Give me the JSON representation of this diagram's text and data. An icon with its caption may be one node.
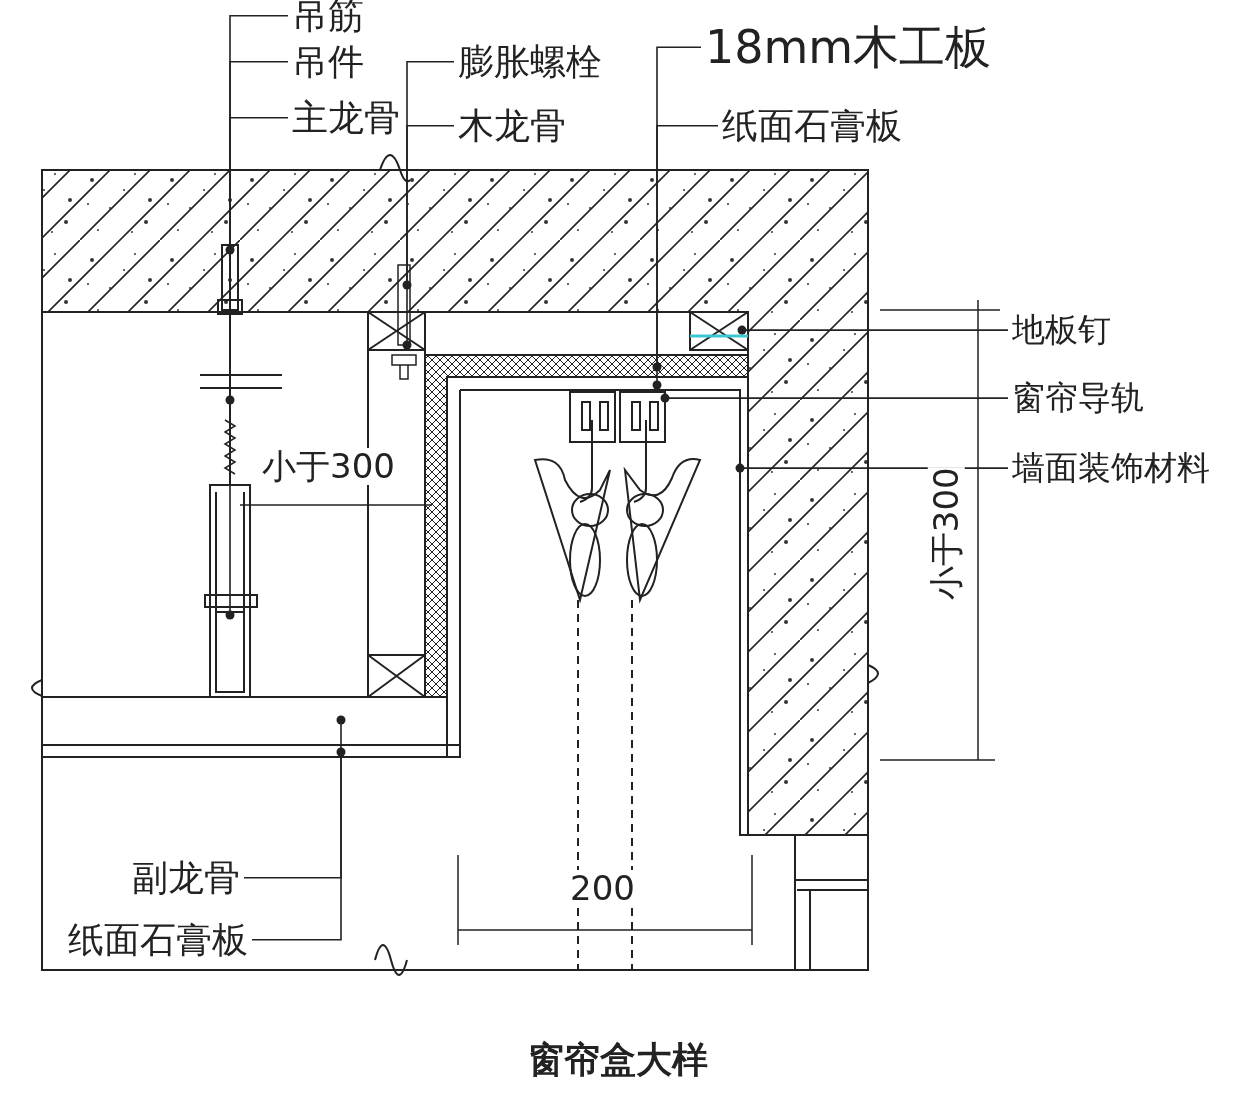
{
  "diagram": {
    "title": "窗帘盒大样",
    "nodes": [
      {
        "text": [
          "吊筋"
        ]
      },
      {
        "text": [
          "吊件"
        ]
      },
      {
        "text": [
          "主龙骨"
        ]
      },
      {
        "text": [
          "膨胀螺栓"
        ]
      },
      {
        "text": [
          "木龙骨"
        ]
      },
      {
        "text": [
          "18mm木工板"
        ]
      },
      {
        "text": [
          "纸面石膏板"
        ]
      },
      {
        "text": [
          "地板钉"
        ]
      },
      {
        "text": [
          "窗帘导轨"
        ]
      },
      {
        "text": [
          "墙面装饰材料"
        ]
      },
      {
        "text": [
          "副龙骨"
        ]
      },
      {
        "text": [
          "纸面石膏板"
        ]
      }
    ],
    "edges": [
      {
        "from": 0,
        "to": null,
        "arrow": "other"
      },
      {
        "from": 1,
        "to": null,
        "arrow": "other"
      },
      {
        "from": 2,
        "to": null,
        "arrow": "other"
      },
      {
        "from": 3,
        "to": null,
        "arrow": "other"
      },
      {
        "from": 4,
        "to": null,
        "arrow": "other"
      },
      {
        "from": 5,
        "to": null,
        "arrow": "other"
      },
      {
        "from": 6,
        "to": null,
        "arrow": "other"
      },
      {
        "from": 7,
        "to": null,
        "arrow": "other"
      },
      {
        "from": 8,
        "to": null,
        "arrow": "other"
      },
      {
        "from": 9,
        "to": null,
        "arrow": "other"
      },
      {
        "from": 10,
        "to": null,
        "arrow": "other"
      },
      {
        "from": 11,
        "to": null,
        "arrow": "other"
      }
    ],
    "labels": [
      "小于300",
      "小于300",
      "200"
    ]
  }
}
